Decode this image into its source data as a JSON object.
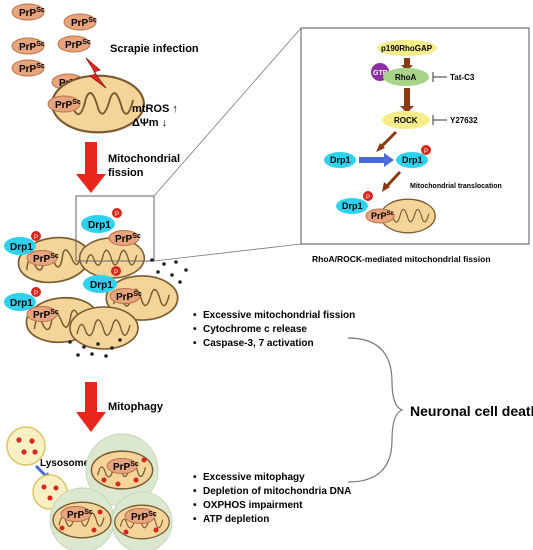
{
  "prion": {
    "label_main": "PrP",
    "label_sup": "Sc"
  },
  "drp1": {
    "label": "Drp1"
  },
  "left_flow": {
    "scrapie_infection": "Scrapie infection",
    "mtros": "mtROS ↑",
    "membrane_potential": "ΔΨm ↓",
    "fission_line1": "Mitochondrial",
    "fission_line2": "fission",
    "mitophagy": "Mitophagy",
    "lysosome": "Lysosome"
  },
  "inset": {
    "p190": "p190RhoGAP",
    "gtp": "GTP",
    "rhoa": "RhoA",
    "tatc3": "Tat-C3",
    "rock": "ROCK",
    "y27632": "Y27632",
    "p": "P",
    "translocation": "Mitochondrial translocation",
    "caption": "RhoA/ROCK-mediated mitochondrial fission"
  },
  "effects_fission": [
    "Excessive mitochondrial fission",
    "Cytochrome c release",
    "Caspase-3, 7 activation"
  ],
  "effects_mitophagy": [
    "Excessive mitophagy",
    "Depletion of mitochondria DNA",
    "OXPHOS impairment",
    "ATP depletion"
  ],
  "outcome": "Neuronal cell death",
  "colors": {
    "prion_fill": "#e8a47c",
    "prion_stroke": "#b9734a",
    "drp1": "#2fd2ee",
    "mito_fill": "#f5d49a",
    "mito_stroke": "#7a5a2e",
    "arrow_red": "#e8261c",
    "arrow_dark": "#8a3a12",
    "arrow_blue": "#4a6ad8",
    "phos": "#d7261c",
    "gtp": "#8b2fa3",
    "rhoa": "#a8d48a",
    "yellow": "#f7ec8a",
    "lysosome": "#f8efc2",
    "halo": "#dbe8cf"
  }
}
